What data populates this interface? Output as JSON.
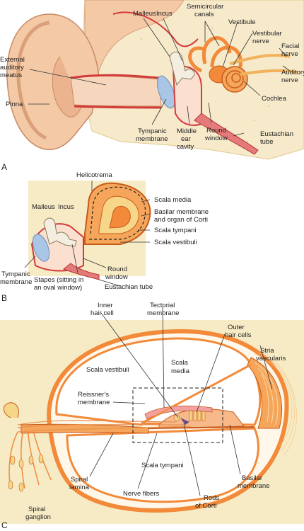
{
  "panelA": {
    "letter": "A",
    "labels": {
      "malleus": "Malleus",
      "incus": "Incus",
      "semicircular1": "Semicircular",
      "semicircular2": "canals",
      "vestibule": "Vestibule",
      "vestnerve1": "Vestibular",
      "vestnerve2": "nerve",
      "facial1": "Facial",
      "facial2": "nerve",
      "auditory1": "Auditory",
      "auditory2": "nerve",
      "cochlea": "Cochlea",
      "ext1": "External",
      "ext2": "auditory",
      "ext3": "meatus",
      "pinna": "Pinna",
      "tymp1": "Tympanic",
      "tymp2": "membrane",
      "mid1": "Middle",
      "mid2": "ear",
      "mid3": "cavity",
      "round1": "Round",
      "round2": "window",
      "eust1": "Eustachian",
      "eust2": "tube"
    }
  },
  "panelB": {
    "letter": "B",
    "labels": {
      "helicotrema": "Helicotrema",
      "malleus": "Malleus",
      "incus": "Incus",
      "scalaMedia": "Scala media",
      "basilar1": "Basilar membrane",
      "basilar2": "and organ of Corti",
      "scalaTympani": "Scala tympani",
      "scalaVestibuli": "Scala vestibuli",
      "tymp1": "Tympanic",
      "tymp2": "membrane",
      "round1": "Round",
      "round2": "window",
      "stapes1": "Stapes (sitting in",
      "stapes2": "an oval window)",
      "eust": "Eustachian tube"
    }
  },
  "panelC": {
    "letter": "C",
    "labels": {
      "inner1": "Inner",
      "inner2": "hair cell",
      "tect1": "Tectorial",
      "tect2": "membrane",
      "outer1": "Outer",
      "outer2": "hair cells",
      "stria1": "Stria",
      "stria2": "vascularis",
      "scalaVest": "Scala vestibuli",
      "scalaMedia1": "Scala",
      "scalaMedia2": "media",
      "reiss1": "Reissner's",
      "reiss2": "membrane",
      "scalaTymp": "Scala tympani",
      "basilar1": "Basilar",
      "basilar2": "membrane",
      "spiral1": "Spiral",
      "spiral2": "lamina",
      "nerve": "Nerve fibers",
      "rods1": "Rods",
      "rods2": "of Corti",
      "ganglion1": "Spiral",
      "ganglion2": "ganglion"
    }
  },
  "colors": {
    "skin": "#f3c9a6",
    "skinDark": "#e9a884",
    "bone": "#f6eacb",
    "boneDark": "#e7d7a8",
    "red": "#d33a3a",
    "orange": "#f28a3a",
    "orangeLight": "#f9c07a",
    "yellow": "#f7d68a",
    "blue": "#a9c6e6",
    "panelBg": "#f7ebc6"
  }
}
